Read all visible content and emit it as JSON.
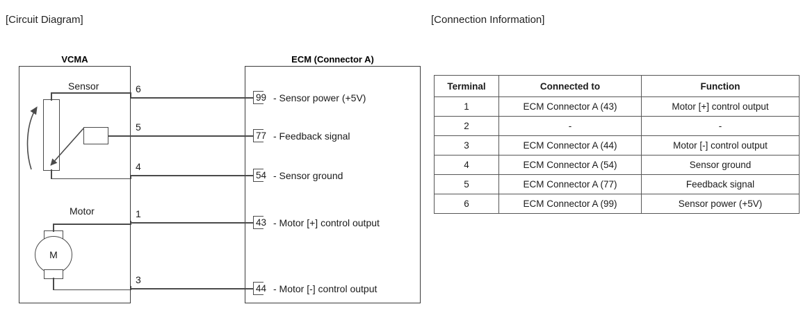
{
  "captions": {
    "circuit": "[Circuit Diagram]",
    "connection": "[Connection Information]"
  },
  "circuit": {
    "left_box_title": "VCMA",
    "right_box_title": "ECM (Connector A)",
    "components": [
      {
        "name": "sensor",
        "label": "Sensor",
        "symbol": "potentiometer"
      },
      {
        "name": "motor",
        "label": "Motor",
        "symbol": "dc-motor",
        "glyph": "M"
      }
    ],
    "wires": [
      {
        "pin": "6",
        "ecm_terminal": "99",
        "ecm_label": "- Sensor power (+5V)"
      },
      {
        "pin": "5",
        "ecm_terminal": "77",
        "ecm_label": "- Feedback signal"
      },
      {
        "pin": "4",
        "ecm_terminal": "54",
        "ecm_label": "- Sensor ground"
      },
      {
        "pin": "1",
        "ecm_terminal": "43",
        "ecm_label": "- Motor [+] control output"
      },
      {
        "pin": "3",
        "ecm_terminal": "44",
        "ecm_label": "- Motor [-] control output"
      }
    ]
  },
  "table": {
    "headers": [
      "Terminal",
      "Connected to",
      "Function"
    ],
    "rows": [
      {
        "terminal": "1",
        "connected_to": "ECM Connector A (43)",
        "function": "Motor [+] control output"
      },
      {
        "terminal": "2",
        "connected_to": "-",
        "function": "-"
      },
      {
        "terminal": "3",
        "connected_to": "ECM Connector A (44)",
        "function": "Motor [-] control output"
      },
      {
        "terminal": "4",
        "connected_to": "ECM Connector A (54)",
        "function": "Sensor ground"
      },
      {
        "terminal": "5",
        "connected_to": "ECM Connector A (77)",
        "function": "Feedback signal"
      },
      {
        "terminal": "6",
        "connected_to": "ECM Connector A (99)",
        "function": "Sensor power (+5V)"
      }
    ]
  },
  "colors": {
    "line": "#4a4a4a",
    "border": "#3a3a3a",
    "text": "#1a1a1a"
  }
}
